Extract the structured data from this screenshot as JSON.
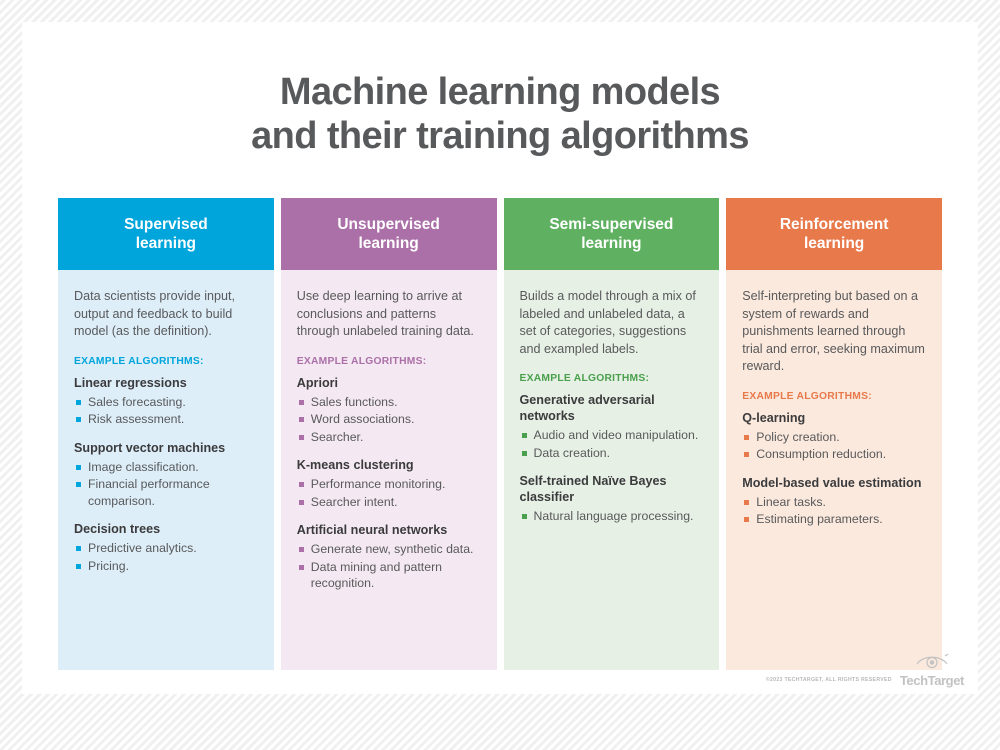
{
  "title": {
    "line1": "Machine learning models",
    "line2": "and their training algorithms"
  },
  "columns": [
    {
      "id": "supervised",
      "header": "Supervised\nlearning",
      "header_line1": "Supervised",
      "header_line2": "learning",
      "header_color": "#00a5dc",
      "body_color": "#ddeef8",
      "accent_color": "#00a5dc",
      "description": "Data scientists provide input, output and feedback to build model (as the definition).",
      "example_label": "EXAMPLE ALGORITHMS:",
      "groups": [
        {
          "title": "Linear regressions",
          "items": [
            "Sales forecasting.",
            "Risk assessment."
          ]
        },
        {
          "title": "Support vector machines",
          "items": [
            "Image classification.",
            "Financial performance comparison."
          ]
        },
        {
          "title": "Decision trees",
          "items": [
            "Predictive analytics.",
            "Pricing."
          ]
        }
      ]
    },
    {
      "id": "unsupervised",
      "header": "Unsupervised\nlearning",
      "header_line1": "Unsupervised",
      "header_line2": "learning",
      "header_color": "#ab70a8",
      "body_color": "#f4e9f2",
      "accent_color": "#ab70a8",
      "description": "Use deep learning to arrive at conclusions and patterns through unlabeled training data.",
      "example_label": "EXAMPLE ALGORITHMS:",
      "groups": [
        {
          "title": "Apriori",
          "items": [
            "Sales functions.",
            "Word associations.",
            "Searcher."
          ]
        },
        {
          "title": "K-means clustering",
          "items": [
            "Performance monitoring.",
            "Searcher intent."
          ]
        },
        {
          "title": "Artificial neural networks",
          "items": [
            "Generate new, synthetic data.",
            "Data mining and pattern recognition."
          ]
        }
      ]
    },
    {
      "id": "semi-supervised",
      "header": "Semi-supervised\nlearning",
      "header_line1": "Semi-supervised",
      "header_line2": "learning",
      "header_color": "#5fb161",
      "body_color": "#e7f0e5",
      "accent_color": "#4aa04d",
      "description": "Builds a model through a mix of labeled and unlabeled data, a set of categories, suggestions and exampled labels.",
      "example_label": "EXAMPLE ALGORITHMS:",
      "groups": [
        {
          "title": "Generative adversarial networks",
          "items": [
            "Audio and video manipulation.",
            "Data creation."
          ]
        },
        {
          "title": "Self-trained Naïve Bayes classifier",
          "items": [
            "Natural language processing."
          ]
        }
      ]
    },
    {
      "id": "reinforcement",
      "header": "Reinforcement\nlearning",
      "header_line1": "Reinforcement",
      "header_line2": "learning",
      "header_color": "#e8794a",
      "body_color": "#fbe9dd",
      "accent_color": "#e8794a",
      "description": "Self-interpreting but based on a system of rewards and punishments learned through trial and error, seeking maximum reward.",
      "example_label": "EXAMPLE ALGORITHMS:",
      "groups": [
        {
          "title": "Q-learning",
          "items": [
            "Policy creation.",
            "Consumption reduction."
          ]
        },
        {
          "title": "Model-based value estimation",
          "items": [
            "Linear tasks.",
            "Estimating parameters."
          ]
        }
      ]
    }
  ],
  "footer": {
    "copyright": "©2023 TECHTARGET, ALL RIGHTS RESERVED",
    "logo_text": "TechTarget",
    "logo_icon": "eye-icon"
  }
}
